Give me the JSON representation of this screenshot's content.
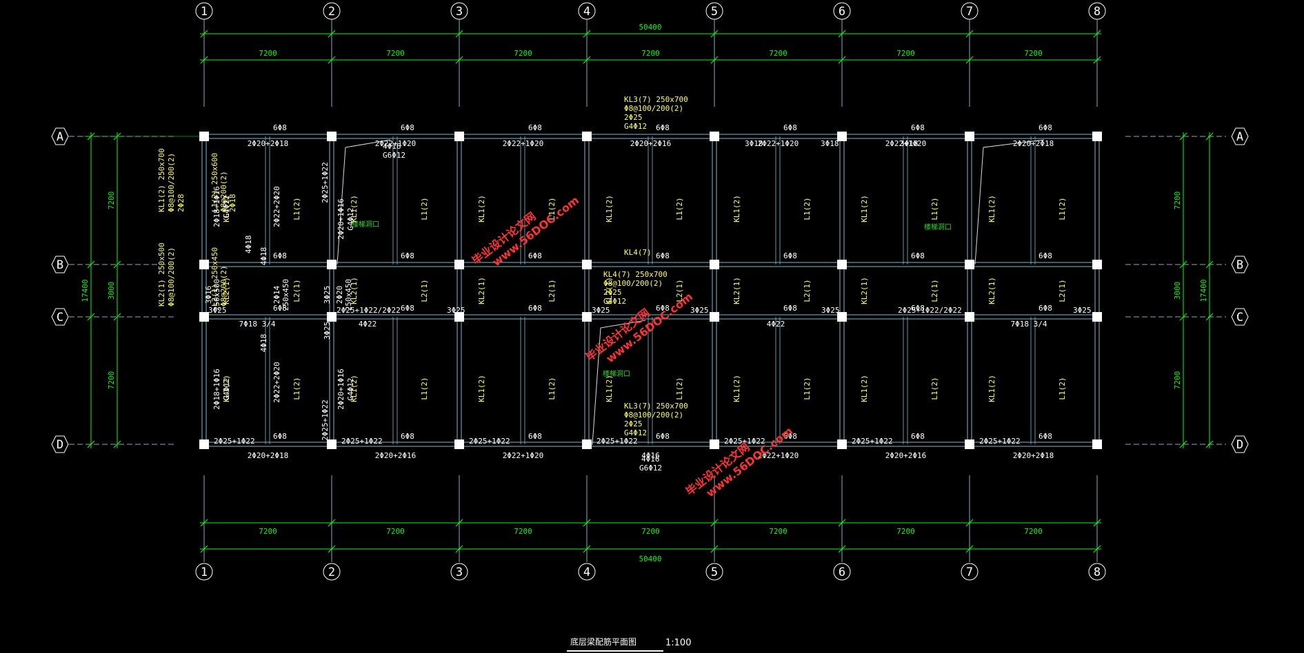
{
  "colors": {
    "background": "#000000",
    "axis_line": "#8fa8c8",
    "beam_line": "#7fb8d0",
    "dimension": "#00ff00",
    "beam_label": "#ffff55",
    "rebar_label": "#ffffff",
    "column": "#ffffff",
    "watermark": "#ff3333"
  },
  "axes": {
    "numbered": [
      "1",
      "2",
      "3",
      "4",
      "5",
      "6",
      "7",
      "8"
    ],
    "lettered": [
      "A",
      "B",
      "C",
      "D"
    ]
  },
  "dimensions": {
    "bay": "7200",
    "total_length": "50400",
    "span_ab": "7200",
    "span_bc": "3000",
    "span_cd": "7200",
    "total_width": "17400"
  },
  "beam_labels": {
    "kl1": "KL1(2)",
    "kl2_1": "KL2(1)",
    "l1": "L1(2)",
    "l2": "L2(1)",
    "kl3_7": "KL3(7) 250x700",
    "kl3_stirrup": "Φ8@100/200(2)",
    "kl3_top": "2Φ25",
    "kl3_side": "G4Φ12",
    "kl4_7": "KL4(7)",
    "kl4_full": "KL4(7) 250x700",
    "kl4_stirrup": "Φ8@100/200(2)",
    "kl4_top": "2Φ25",
    "kl4_side": "G4Φ12",
    "kl1_full": "KL1(2) 250x700",
    "kl1_stirrup": "Φ8@100/200(2)",
    "kl1_top": "2Φ28",
    "l1_full": "L1(2) 250x600",
    "l1_stirrup": "Φ8@200(2)",
    "l1_top": "2Φ18",
    "kl2_full": "KL2(1) 250x500",
    "kl2_stirrup": "Φ8@100/200(2)",
    "l2_full": "L2(1) 250x450",
    "l2_stirrup": "Φ8@200(2)"
  },
  "rebar_labels": {
    "phi8": "6Φ8",
    "a_bot_1": "2Φ20+2Φ18",
    "a_bot_2": "2Φ22+1Φ20",
    "a_bot_4": "2Φ20+2Φ16",
    "d_top": "2Φ25+1Φ22",
    "c_mid": "2Φ25+1Φ22/2Φ22",
    "c_4d22": "4Φ22",
    "c_7d18": "7Φ18 3/4",
    "c_3d25": "3Φ25",
    "b_4d18": "4Φ18",
    "v_2d18_1d16": "2Φ18+1Φ16",
    "v_2d22_2d20": "2Φ22+2Φ20",
    "v_2d25_1d22": "2Φ25+1Φ22",
    "v_2d20_1d16": "2Φ20+1Φ16",
    "v_4d18": "4Φ18",
    "v_3d16": "3Φ16",
    "v_250x500": "250x500",
    "v_2d14": "2Φ14",
    "v_250x450": "250x450",
    "v_2d20": "2Φ20",
    "v_3d25": "3Φ25",
    "v_g4d12": "G4Φ12",
    "side_4d16": "4Φ16",
    "side_g6d12": "G6Φ12",
    "side_3d18": "3Φ18"
  },
  "stair_opening": "楼梯洞口",
  "watermark": {
    "line1": "毕业设计论文网",
    "line2": "www.56DOC.com"
  },
  "title_block": {
    "title": "底层梁配筋平面图",
    "scale": "1:100"
  }
}
